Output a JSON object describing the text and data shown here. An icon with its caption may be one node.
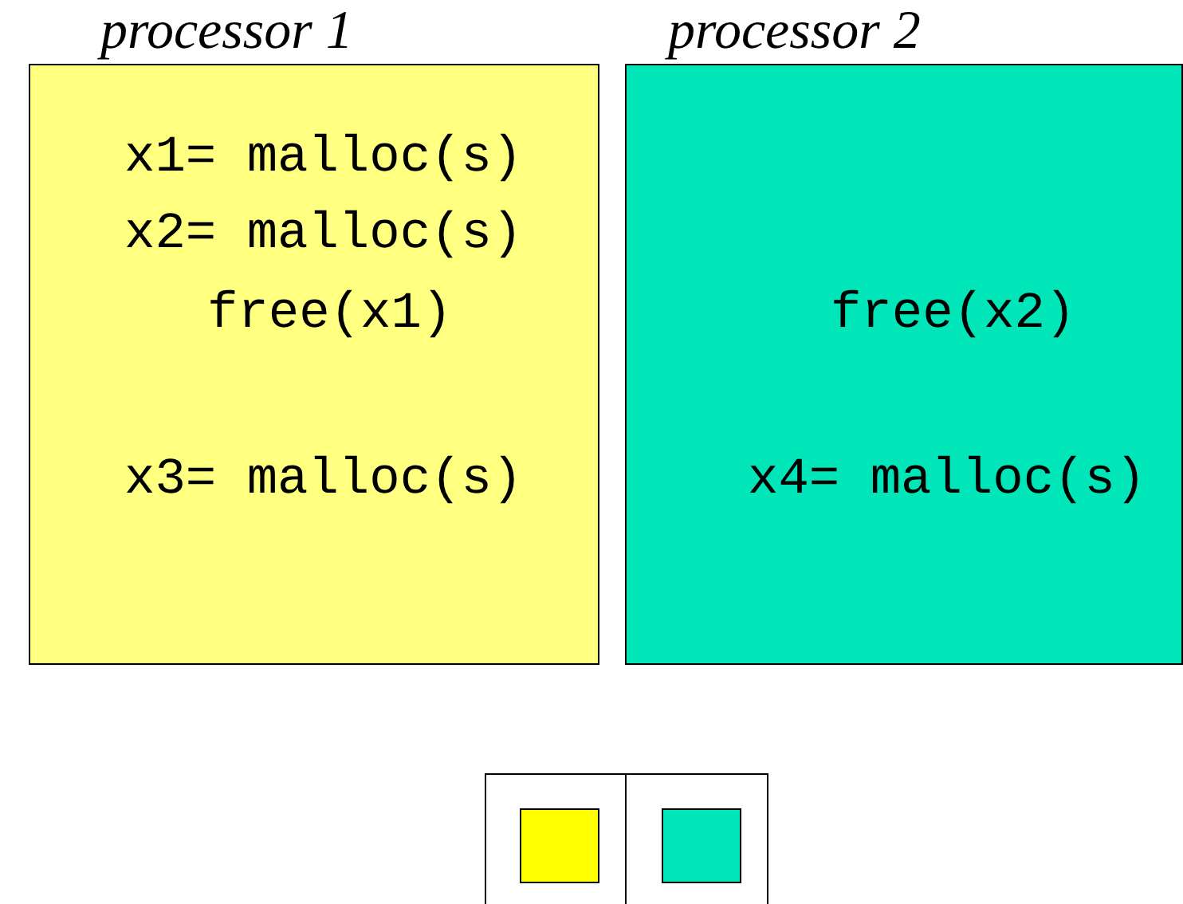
{
  "diagram": {
    "nodes": [
      {
        "text": [
          "processor 1",
          "x1= malloc(s)",
          "x2= malloc(s)",
          "free(x1)",
          "x3= malloc(s)"
        ]
      },
      {
        "text": [
          "processor 2",
          "free(x2)",
          "x4= malloc(s)"
        ]
      },
      {
        "text": [],
        "shape": "box"
      },
      {
        "text": [],
        "shape": "box",
        "in": 2
      },
      {
        "text": [],
        "shape": "box",
        "in": 2
      }
    ]
  }
}
